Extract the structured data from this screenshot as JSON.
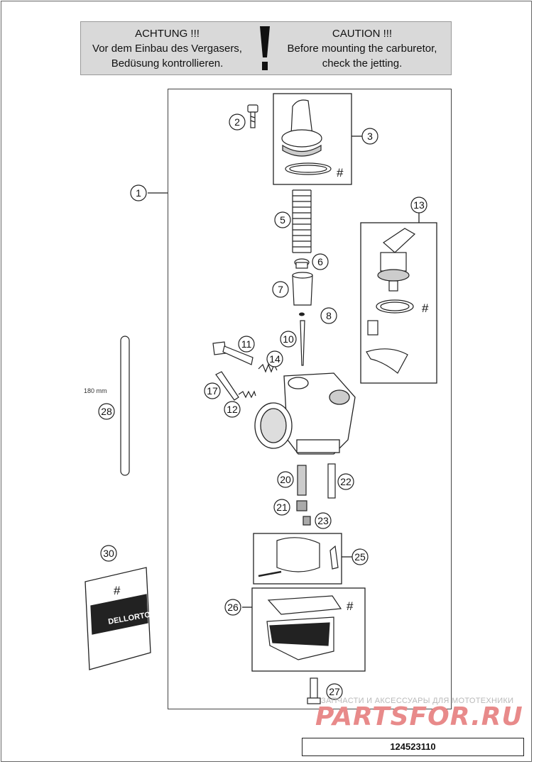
{
  "warning": {
    "de_heading": "ACHTUNG !!!",
    "de_line1": "Vor dem Einbau des Vergasers,",
    "de_line2": "Bedüsung kontrollieren.",
    "en_heading": "CAUTION !!!",
    "en_line1": "Before mounting the carburetor,",
    "en_line2": "check the jetting."
  },
  "callouts": [
    "1",
    "2",
    "3",
    "5",
    "6",
    "7",
    "8",
    "10",
    "11",
    "12",
    "13",
    "14",
    "17",
    "20",
    "21",
    "22",
    "23",
    "25",
    "26",
    "27",
    "28",
    "30"
  ],
  "hash_mark": "#",
  "tube_length_label": "180 mm",
  "bag_brand": "DELLORTO",
  "watermark": {
    "tagline": "ЗАПЧАСТИ И АКСЕССУАРЫ ДЛЯ МОТОТЕХНИКИ",
    "logo": "PARTSFOR.RU",
    "color": "#e88a8a"
  },
  "part_number": "124523110",
  "colors": {
    "warning_bg": "#d9d9d9",
    "line": "#222222"
  }
}
